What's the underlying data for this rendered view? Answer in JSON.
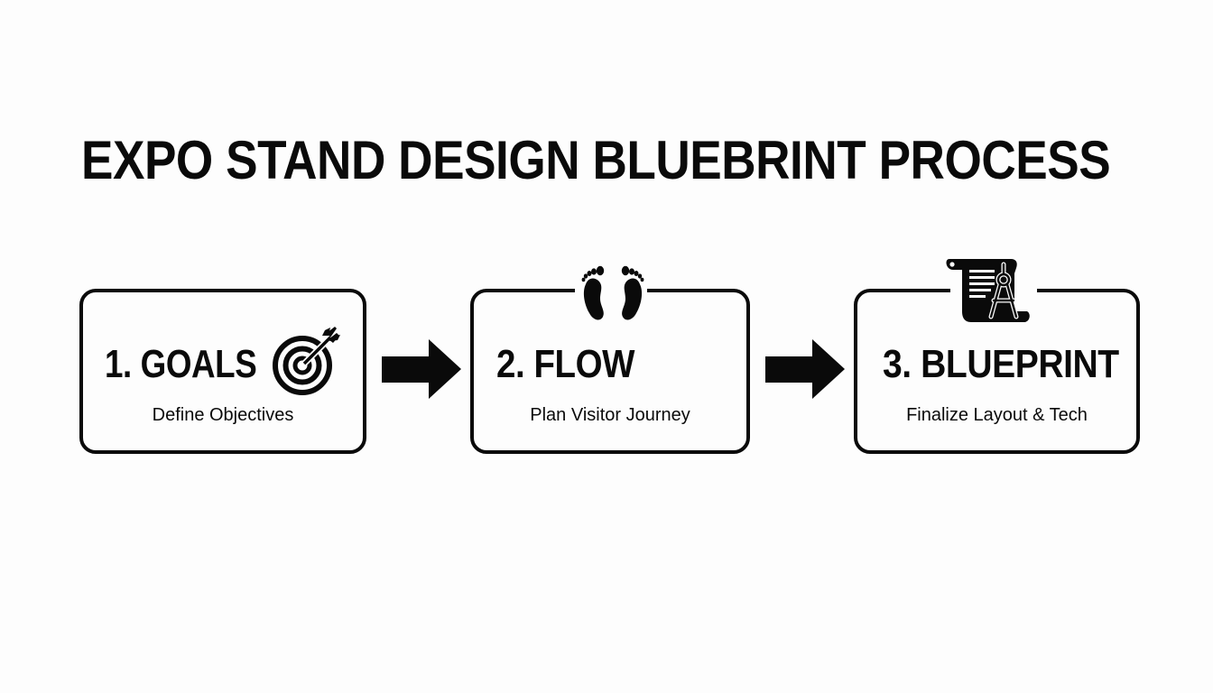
{
  "title": "EXPO STAND DESIGN BLUEBRINT PROCESS",
  "colors": {
    "background": "#fdfdfd",
    "ink": "#0a0a0a"
  },
  "steps": [
    {
      "number": "1.",
      "name": "GOALS",
      "label": "1. GOALS",
      "description": "Define Objectives",
      "icon": "target-icon"
    },
    {
      "number": "2.",
      "name": "FLOW",
      "label": "2. FLOW",
      "description": "Plan Visitor Journey",
      "icon": "footprints-icon"
    },
    {
      "number": "3.",
      "name": "BLUEPRINT",
      "label": "3. BLUEPRINT",
      "description": "Finalize Layout & Tech",
      "icon": "blueprint-scroll-compass-icon"
    }
  ],
  "connectors": [
    {
      "from": "1. GOALS",
      "to": "2. FLOW",
      "icon": "arrow-right-icon"
    },
    {
      "from": "2. FLOW",
      "to": "3. BLUEPRINT",
      "icon": "arrow-right-icon"
    }
  ]
}
